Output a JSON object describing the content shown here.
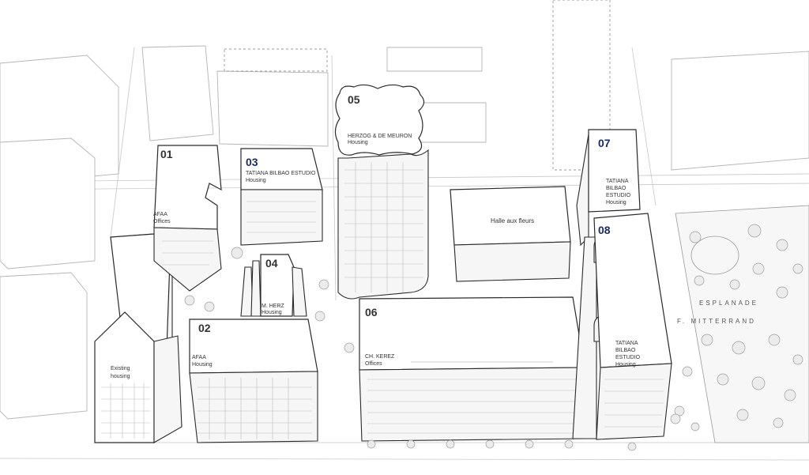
{
  "buildings": [
    {
      "id": "b01",
      "number": "01",
      "architect": "AFAA",
      "program": "Offices",
      "accent": "#333333"
    },
    {
      "id": "b02",
      "number": "02",
      "architect": "AFAA",
      "program": "Housing",
      "accent": "#333333"
    },
    {
      "id": "b03",
      "number": "03",
      "architect": "TATIANA BILBAO ESTUDIO",
      "program": "Housing",
      "accent": "#1a2a5e"
    },
    {
      "id": "b04",
      "number": "04",
      "architect": "M. HERZ",
      "program": "Housing",
      "accent": "#333333"
    },
    {
      "id": "b05",
      "number": "05",
      "architect": "HERZOG & DE MEURON",
      "program": "Housing",
      "accent": "#333333"
    },
    {
      "id": "b06",
      "number": "06",
      "architect": "CH. KEREZ",
      "program": "Offices",
      "accent": "#333333"
    },
    {
      "id": "b07",
      "number": "07",
      "architect_lines": [
        "TATIANA",
        "BILBAO",
        "ESTUDIO"
      ],
      "program": "Housing",
      "accent": "#1a2a5e"
    },
    {
      "id": "b08",
      "number": "08",
      "architect_lines": [
        "TATIANA",
        "BILBAO",
        "ESTUDIO"
      ],
      "program": "Housing",
      "accent": "#1a2a5e"
    }
  ],
  "existing_housing": {
    "line1": "Existing",
    "line2": "housing"
  },
  "halle": {
    "label": "Halle aux fleurs"
  },
  "esplanade": {
    "line1": "ESPLANADE",
    "line2": "F. MITTERRAND"
  }
}
